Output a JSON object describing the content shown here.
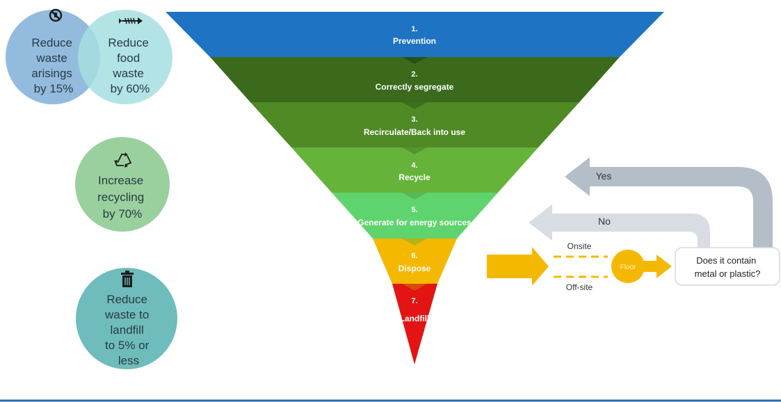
{
  "targets": [
    {
      "lines": [
        "Reduce",
        "waste",
        "arisings",
        "by 15%"
      ],
      "icon": "no-waste-icon",
      "color": "#8db7dc"
    },
    {
      "lines": [
        "Reduce",
        "food",
        "waste",
        "by 60%"
      ],
      "icon": "fish-bone-icon",
      "color": "#a6dfe0"
    },
    {
      "lines": [
        "Increase",
        "recycling",
        "by 70%"
      ],
      "icon": "recycle-icon",
      "color": "#9ad09e"
    },
    {
      "lines": [
        "Reduce",
        "waste to",
        "landfill",
        "to 5% or",
        "less"
      ],
      "icon": "trash-icon",
      "color": "#6fbcbc"
    }
  ],
  "hierarchy": {
    "tiers": [
      {
        "number": "1.",
        "label": "Prevention",
        "color": "#1e73c3"
      },
      {
        "number": "2.",
        "label": "Correctly segregate",
        "color": "#3b6a1c"
      },
      {
        "number": "3.",
        "label": "Recirculate/Back into use",
        "color": "#4f8a25"
      },
      {
        "number": "4.",
        "label": "Recycle",
        "color": "#66b33a"
      },
      {
        "number": "5.",
        "label": "Generate for energy sources",
        "color": "#5fd46e"
      },
      {
        "number": "6.",
        "label": "Dispose",
        "color": "#f5b800"
      },
      {
        "number": "7.",
        "label": "Landfill",
        "color": "#e31414"
      }
    ]
  },
  "flow": {
    "onsite_label": "Onsite",
    "offsite_label": "Off-site",
    "floor_label": "Floor",
    "question": [
      "Does it contain",
      "metal or plastic?"
    ],
    "yes_label": "Yes",
    "no_label": "No",
    "colors": {
      "dispose_arrow": "#f5b800",
      "yes_arrow": "#b3bec8",
      "no_arrow": "#d7dde2"
    }
  },
  "footer_rule_color": "#2a6aa8"
}
